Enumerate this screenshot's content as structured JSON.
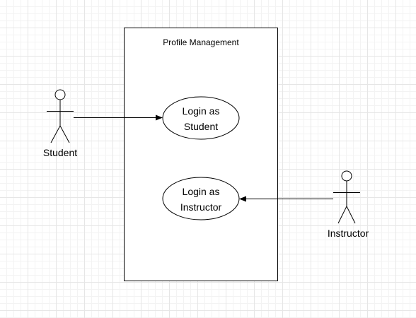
{
  "system": {
    "title": "Profile Management"
  },
  "actors": [
    {
      "id": "student",
      "label": "Student"
    },
    {
      "id": "instructor",
      "label": "Instructor"
    }
  ],
  "use_cases": [
    {
      "id": "login-student",
      "lines": [
        "Login as",
        "Student"
      ]
    },
    {
      "id": "login-instructor",
      "lines": [
        "Login as",
        "Instructor"
      ]
    }
  ],
  "associations": [
    {
      "from": "student",
      "to": "login-student"
    },
    {
      "from": "instructor",
      "to": "login-instructor"
    }
  ]
}
